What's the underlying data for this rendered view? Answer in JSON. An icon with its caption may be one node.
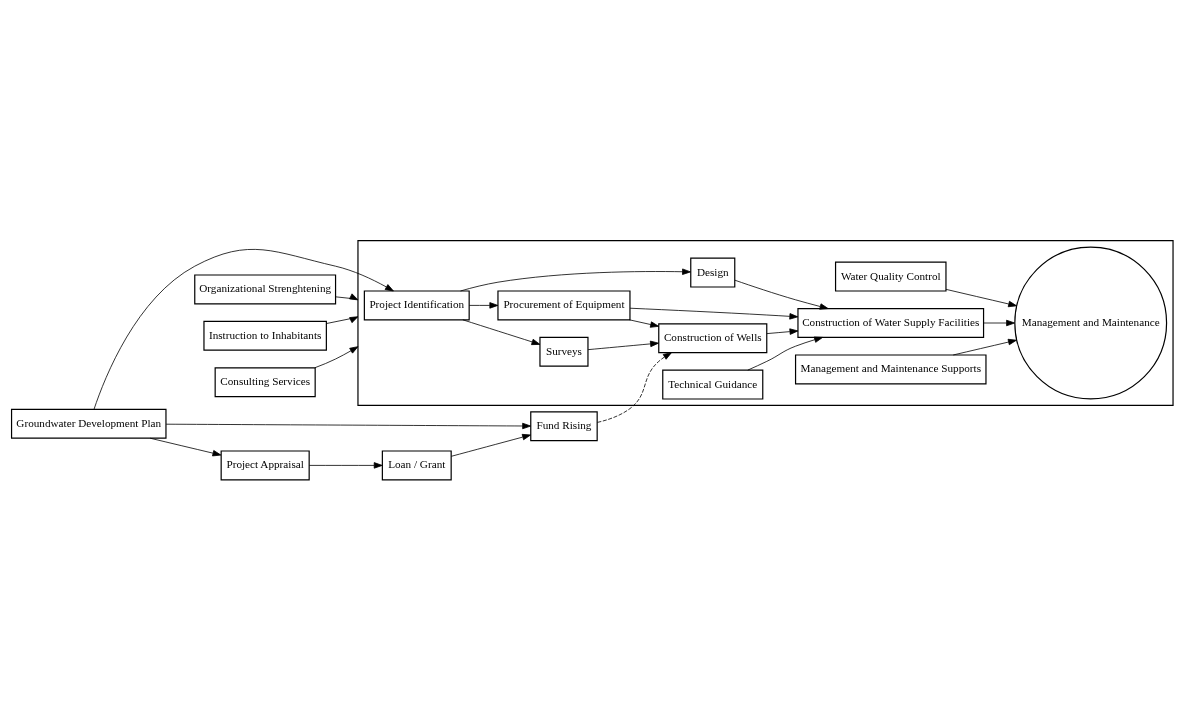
{
  "diagram": {
    "nodes": [
      {
        "text": [
          "Groundwater Development Plan"
        ]
      },
      {
        "text": [
          "Fund Rising"
        ]
      },
      {
        "text": [
          "Project Appraisal"
        ]
      },
      {
        "text": [
          "Loan / Grant"
        ]
      },
      {
        "text": [],
        "shape": "box"
      },
      {
        "text": [
          "Project Identification"
        ],
        "in": 4
      },
      {
        "text": [
          "Surveys"
        ],
        "in": 4
      },
      {
        "text": [
          "Procurement of Equipment"
        ],
        "in": 4
      },
      {
        "text": [
          "Design"
        ],
        "in": 4
      },
      {
        "text": [
          "Water Quality Control"
        ],
        "in": 4
      },
      {
        "text": [
          "Construction of Wells"
        ],
        "in": 4
      },
      {
        "text": [
          "Construction of Water Supply Facilities"
        ],
        "in": 4
      },
      {
        "text": [
          "Management and Maintenance"
        ],
        "in": 4
      },
      {
        "text": [
          "Technical Guidance"
        ],
        "in": 4
      },
      {
        "text": [
          "Management and Maintenance Supports"
        ],
        "in": 4
      },
      {
        "text": [
          "Organizational Strenghtening"
        ]
      },
      {
        "text": [
          "Instruction to Inhabitants"
        ]
      },
      {
        "text": [
          "Consulting Services"
        ]
      }
    ],
    "edges": [
      {
        "from": 0,
        "to": 5,
        "arrow": "to"
      },
      {
        "from": 0,
        "to": 1,
        "arrow": "to"
      },
      {
        "from": 0,
        "to": 2,
        "arrow": "to"
      },
      {
        "from": 2,
        "to": 3,
        "arrow": "to"
      },
      {
        "from": 3,
        "to": 1,
        "arrow": "to"
      },
      {
        "from": 1,
        "to": 10,
        "arrow": "to",
        "style": "dashed"
      },
      {
        "from": 5,
        "to": 6,
        "arrow": "to"
      },
      {
        "from": 5,
        "to": 7,
        "arrow": "to"
      },
      {
        "from": 5,
        "to": 8,
        "arrow": "to"
      },
      {
        "from": 6,
        "to": 10,
        "arrow": "to"
      },
      {
        "from": 7,
        "to": 10,
        "arrow": "to"
      },
      {
        "from": 7,
        "to": 11,
        "arrow": "to"
      },
      {
        "from": 8,
        "to": 11,
        "arrow": "to"
      },
      {
        "from": 10,
        "to": 11,
        "arrow": "to"
      },
      {
        "from": 11,
        "to": 12,
        "arrow": "to"
      },
      {
        "from": 9,
        "to": 12,
        "arrow": "to"
      },
      {
        "from": 13,
        "to": 11,
        "arrow": "to"
      },
      {
        "from": 14,
        "to": 12,
        "arrow": "to"
      },
      {
        "from": 15,
        "to": 4,
        "arrow": "to"
      },
      {
        "from": 16,
        "to": 4,
        "arrow": "to"
      },
      {
        "from": 17,
        "to": 4,
        "arrow": "to"
      }
    ]
  }
}
